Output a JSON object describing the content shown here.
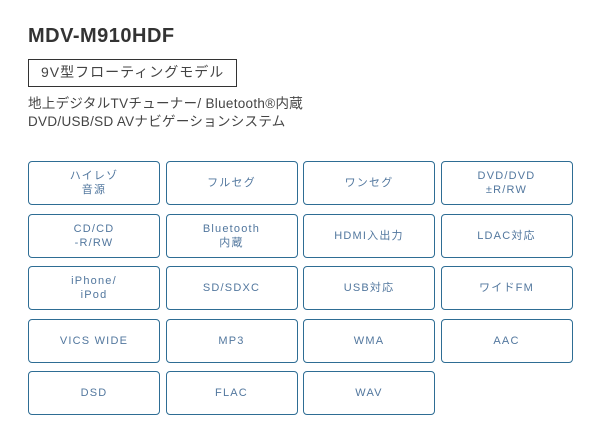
{
  "page": {
    "title": "MDV-M910HDF",
    "model_type_badge": "9V型フローティングモデル",
    "description_line1": "地上デジタルTVチューナー/ Bluetooth®内蔵",
    "description_line2": "DVD/USB/SD AVナビゲーションシステム"
  },
  "colors": {
    "badge_border": "#2e6d94",
    "badge_text": "#52779e",
    "title_text": "#333333",
    "body_text": "#444444"
  },
  "features": {
    "items": [
      {
        "name": "hi-res-audio",
        "lines": [
          "ハイレゾ",
          "音源"
        ]
      },
      {
        "name": "full-seg",
        "lines": [
          "フルセグ"
        ]
      },
      {
        "name": "one-seg",
        "lines": [
          "ワンセグ"
        ]
      },
      {
        "name": "dvd-plusminus-r-rw",
        "lines": [
          "DVD/DVD",
          "±R/RW"
        ]
      },
      {
        "name": "cd-r-rw",
        "lines": [
          "CD/CD",
          "-R/RW"
        ]
      },
      {
        "name": "bluetooth-builtin",
        "lines": [
          "Bluetooth",
          "内蔵"
        ]
      },
      {
        "name": "hdmi-io",
        "lines": [
          "HDMI入出力"
        ]
      },
      {
        "name": "ldac",
        "lines": [
          "LDAC対応"
        ]
      },
      {
        "name": "iphone-ipod",
        "lines": [
          "iPhone/",
          "iPod"
        ]
      },
      {
        "name": "sd-sdxc",
        "lines": [
          "SD/SDXC"
        ]
      },
      {
        "name": "usb",
        "lines": [
          "USB対応"
        ]
      },
      {
        "name": "wide-fm",
        "lines": [
          "ワイドFM"
        ]
      },
      {
        "name": "vics-wide",
        "lines": [
          "VICS WIDE"
        ]
      },
      {
        "name": "mp3",
        "lines": [
          "MP3"
        ]
      },
      {
        "name": "wma",
        "lines": [
          "WMA"
        ]
      },
      {
        "name": "aac",
        "lines": [
          "AAC"
        ]
      },
      {
        "name": "dsd",
        "lines": [
          "DSD"
        ]
      },
      {
        "name": "flac",
        "lines": [
          "FLAC"
        ]
      },
      {
        "name": "wav",
        "lines": [
          "WAV"
        ]
      }
    ]
  }
}
